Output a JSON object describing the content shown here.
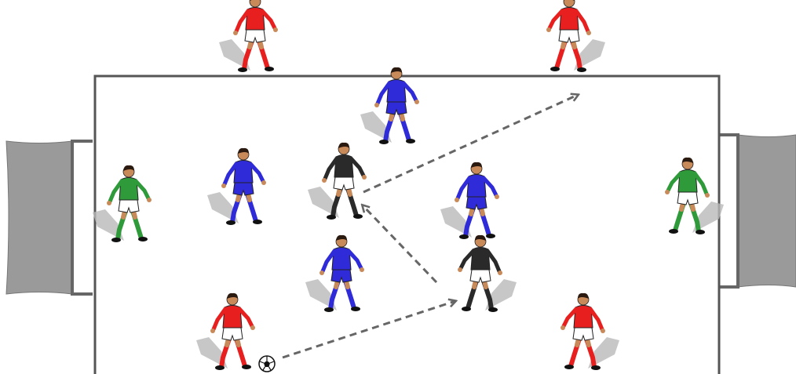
{
  "colors": {
    "background": "#ffffff",
    "pitch_line": "#555555",
    "net": "#9a9a9a",
    "goal_post": "#666666",
    "pass_arrow": "#666666",
    "red_team": "#e81f1f",
    "blue_team": "#2f2bd8",
    "green_keeper": "#2e9a3a",
    "black_neutral": "#2a2a2a",
    "shorts_white": "#ffffff",
    "skin": "#c98a5a",
    "hair": "#2b1a10",
    "shadow": "#b9b9b9"
  },
  "pitch": {
    "shape": "rectangle",
    "goals": [
      "left-goal",
      "right-goal"
    ]
  },
  "players": [
    {
      "id": "red-top-left",
      "team": "red",
      "pose": "defending"
    },
    {
      "id": "red-top-right",
      "team": "red",
      "pose": "defending"
    },
    {
      "id": "red-bottom-left-with-ball",
      "team": "red",
      "pose": "dribbling"
    },
    {
      "id": "red-bottom-right",
      "team": "red",
      "pose": "defending"
    },
    {
      "id": "blue-top-center",
      "team": "blue",
      "pose": "running"
    },
    {
      "id": "blue-left",
      "team": "blue",
      "pose": "running"
    },
    {
      "id": "blue-right",
      "team": "blue",
      "pose": "running"
    },
    {
      "id": "blue-bottom",
      "team": "blue",
      "pose": "running"
    },
    {
      "id": "green-left-keeper",
      "team": "green",
      "pose": "ready"
    },
    {
      "id": "green-right-keeper",
      "team": "green",
      "pose": "ready"
    },
    {
      "id": "black-center",
      "team": "black",
      "pose": "receiving"
    },
    {
      "id": "black-right-center",
      "team": "black",
      "pose": "receiving"
    }
  ],
  "ball": {
    "holder": "red-bottom-left-with-ball"
  },
  "passes": [
    {
      "id": "pass-1",
      "from": "red-bottom-left-with-ball",
      "to": "black-right-center",
      "style": "dashed"
    },
    {
      "id": "pass-2",
      "from": "black-right-center",
      "to": "black-center",
      "style": "dashed"
    },
    {
      "id": "pass-3",
      "from": "black-center",
      "to": "red-top-right",
      "style": "dashed"
    }
  ]
}
